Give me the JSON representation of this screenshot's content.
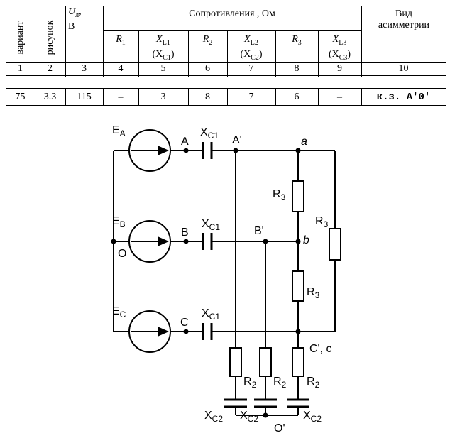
{
  "table": {
    "col_variant": "вариант",
    "col_figure": "рисунок",
    "col_voltage": "U",
    "col_voltage_sub": "л",
    "col_voltage_comma": ",",
    "col_voltage_unit": "В",
    "resist_header": "Сопротивления , Ом",
    "col_asym_1": "Вид",
    "col_asym_2": "асимметрии",
    "sub_r1": "R",
    "sub_r1_idx": "1",
    "sub_xl1": "X",
    "sub_xl1_idx": "L1",
    "sub_xl1_alt": "(X",
    "sub_xl1_alt_idx": "C1",
    "sub_r2": "R",
    "sub_r2_idx": "2",
    "sub_xl2": "X",
    "sub_xl2_idx": "L2",
    "sub_xl2_alt": "(X",
    "sub_xl2_alt_idx": "C2",
    "sub_r3": "R",
    "sub_r3_idx": "3",
    "sub_xl3": "X",
    "sub_xl3_idx": "L3",
    "sub_xl3_alt": "(X",
    "sub_xl3_alt_idx": "C3",
    "close_paren": ")",
    "numbers": [
      "1",
      "2",
      "3",
      "4",
      "5",
      "6",
      "7",
      "8",
      "9",
      "10"
    ],
    "row": [
      "75",
      "3.3",
      "115",
      "–",
      "3",
      "8",
      "7",
      "6",
      "–",
      "к.з. A'0'"
    ]
  },
  "circuit": {
    "label_EA": "E",
    "label_EA_sub": "A",
    "label_EB": "E",
    "label_EB_sub": "B",
    "label_EC": "E",
    "label_EC_sub": "C",
    "label_O": "O",
    "label_A": "A",
    "label_B": "B",
    "label_C": "C",
    "label_XC1": "X",
    "label_XC1_sub": "C1",
    "label_Aprime": "A'",
    "label_Bprime": "B'",
    "label_a": "a",
    "label_b": "b",
    "label_Cc": "C', c",
    "label_R3": "R",
    "label_R3_sub": "3",
    "label_R2": "R",
    "label_R2_sub": "2",
    "label_XC2": "X",
    "label_XC2_sub": "C2",
    "label_Oprime": "O'"
  }
}
